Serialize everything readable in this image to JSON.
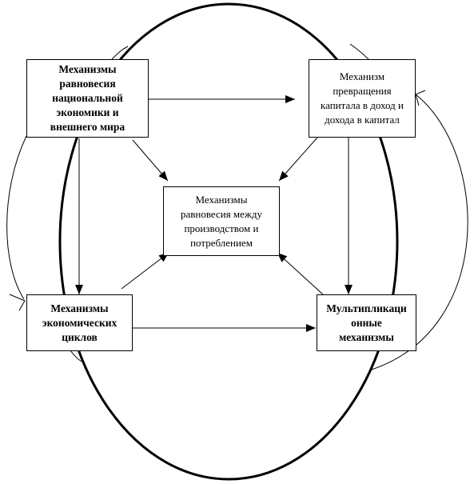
{
  "diagram": {
    "nodes": {
      "top_left": {
        "label": "Механизмы\nравновесия\nнациональной\nэкономики и\nвнешнего мира"
      },
      "top_right": {
        "label": "Механизм\nпревращения\nкапитала в доход и\nдохода в капитал"
      },
      "center": {
        "label": "Механизмы\nравновесия между\nпроизводством и\nпотреблением"
      },
      "bottom_left": {
        "label": "Механизмы\nэкономических\nциклов"
      },
      "bottom_right": {
        "label": "Мультипликаци\nонные\nмеханизмы"
      }
    },
    "edges": [
      {
        "from": "top_left",
        "to": "top_right"
      },
      {
        "from": "top_left",
        "to": "center"
      },
      {
        "from": "top_right",
        "to": "center"
      },
      {
        "from": "top_left",
        "to": "bottom_left"
      },
      {
        "from": "top_right",
        "to": "bottom_right"
      },
      {
        "from": "bottom_left",
        "to": "center"
      },
      {
        "from": "bottom_right",
        "to": "center"
      },
      {
        "from": "bottom_left",
        "to": "bottom_right"
      }
    ],
    "colors": {
      "line": "#000000",
      "box_fill": "#ffffff"
    }
  }
}
